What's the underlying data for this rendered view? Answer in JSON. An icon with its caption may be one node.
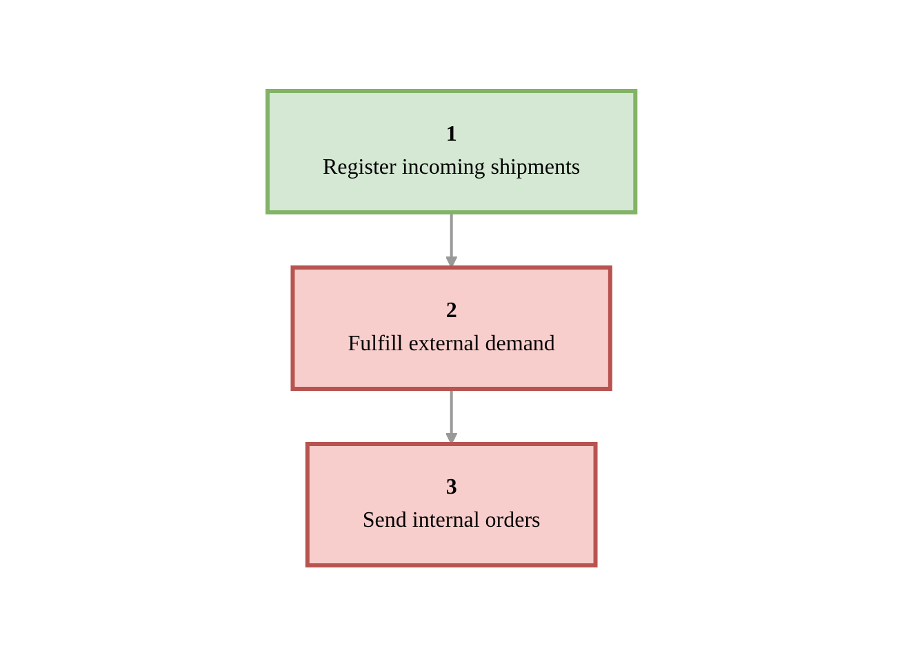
{
  "diagram": {
    "nodes": [
      {
        "text": [
          "1",
          "Register incoming shipments"
        ]
      },
      {
        "text": [
          "2",
          "Fulfill external demand"
        ]
      },
      {
        "text": [
          "3",
          "Send internal orders"
        ]
      }
    ],
    "edges": [
      {
        "from": 0,
        "to": 1,
        "arrow": "to"
      },
      {
        "from": 1,
        "to": 2,
        "arrow": "to"
      }
    ]
  }
}
